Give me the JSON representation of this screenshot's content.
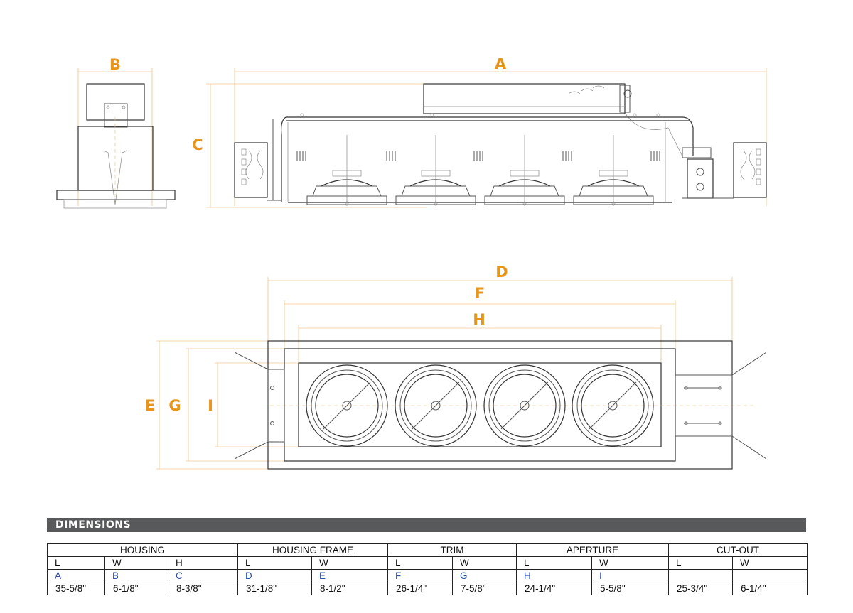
{
  "drawing": {
    "labels": {
      "A": "A",
      "B": "B",
      "C": "C",
      "D": "D",
      "E": "E",
      "F": "F",
      "G": "G",
      "H": "H",
      "I": "I"
    },
    "label_color": "#e8951c"
  },
  "dimensions": {
    "title": "DIMENSIONS",
    "header_color": "#58595b",
    "groups": [
      "HOUSING",
      "HOUSING FRAME",
      "TRIM",
      "APERTURE",
      "CUT-OUT"
    ],
    "subheaders": [
      "L",
      "W",
      "H",
      "L",
      "W",
      "L",
      "W",
      "L",
      "W",
      "L",
      "W"
    ],
    "keys": [
      "A",
      "B",
      "C",
      "D",
      "E",
      "F",
      "G",
      "H",
      "I",
      "",
      ""
    ],
    "values": [
      "35-5/8\"",
      "6-1/8\"",
      "8-3/8\"",
      "31-1/8\"",
      "8-1/2\"",
      "26-1/4\"",
      "7-5/8\"",
      "24-1/4\"",
      "5-5/8\"",
      "25-3/4\"",
      "6-1/4\""
    ]
  }
}
